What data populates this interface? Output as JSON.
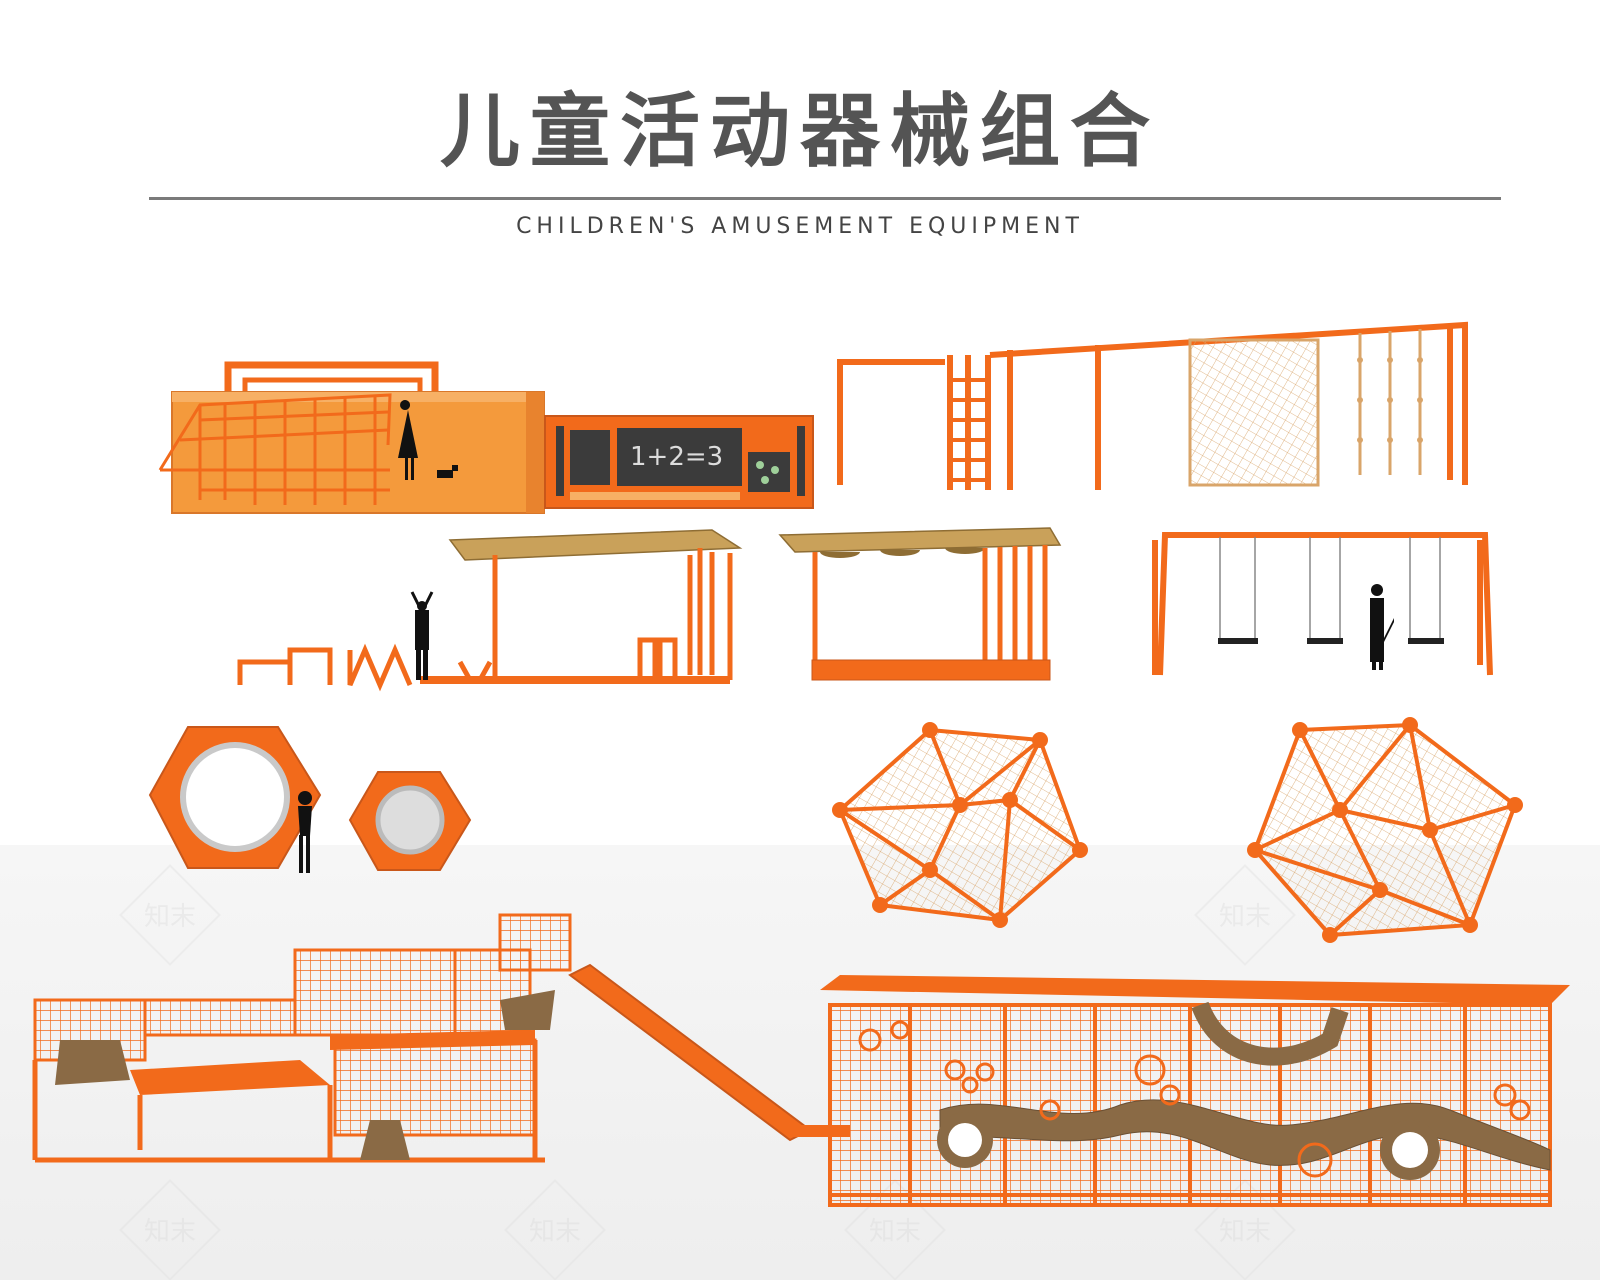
{
  "header": {
    "title_cn": "儿童活动器械组合",
    "title_en": "CHILDREN'S AMUSEMENT EQUIPMENT"
  },
  "chalkboard": {
    "equation": "1+2=3"
  },
  "watermark": {
    "text": "知末"
  },
  "colors": {
    "equipment_orange": "#f26a1b",
    "panel_orange": "#f49a3c",
    "board_dark": "#3b3b3b",
    "title_gray": "#545454",
    "roof_wood": "#c9a15a",
    "net_tan": "#d9a56a"
  },
  "items": [
    {
      "icon": "climbing-box-with-chalkboard-icon"
    },
    {
      "icon": "monkey-bar-frame-icon"
    },
    {
      "icon": "pergola-with-bars-icon"
    },
    {
      "icon": "pergola-icon"
    },
    {
      "icon": "swing-set-icon"
    },
    {
      "icon": "hexagon-tunnel-icon"
    },
    {
      "icon": "geodesic-climbing-dome-icon"
    },
    {
      "icon": "platform-with-slide-icon"
    },
    {
      "icon": "mesh-crawl-tunnel-icon"
    }
  ]
}
